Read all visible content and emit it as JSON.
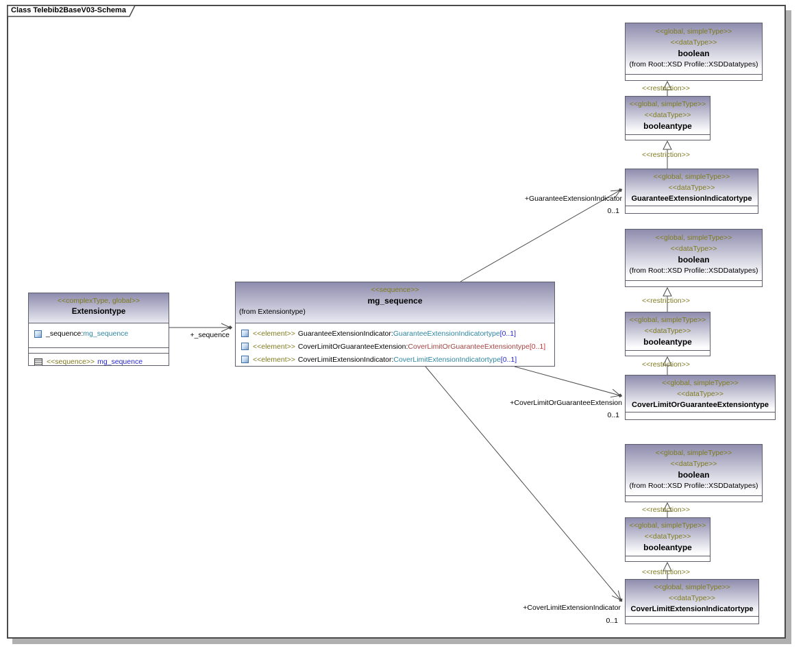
{
  "diagram": {
    "title": "Class Telebib2BaseV03-Schema"
  },
  "labels": {
    "restriction": "<<restriction>>"
  },
  "edges": {
    "sequence": {
      "name": "+_sequence"
    },
    "guarantee": {
      "name": "+GuaranteeExtensionIndicator",
      "mult": "0..1"
    },
    "cover_or": {
      "name": "+CoverLimitOrGuaranteeExtension",
      "mult": "0..1"
    },
    "cover_ind": {
      "name": "+CoverLimitExtensionIndicator",
      "mult": "0..1"
    }
  },
  "extensiontype": {
    "stereotype": "<<complexType, global>>",
    "name": "Extensiontype",
    "attribute": {
      "name": "_sequence:",
      "type": "mg_sequence"
    },
    "tag": {
      "stereotype": "<<sequence>>",
      "name": "mg_sequence"
    }
  },
  "mg_sequence": {
    "stereotype": "<<sequence>>",
    "name": "mg_sequence",
    "from": "(from Extensiontype)",
    "elements": [
      {
        "stereotype": "<<element>>",
        "name": "GuaranteeExtensionIndicator:",
        "type": "GuaranteeExtensionIndicatortype",
        "mult": "[0..1]"
      },
      {
        "stereotype": "<<element>>",
        "name": "CoverLimitOrGuaranteeExtension:",
        "type": "CoverLimitOrGuaranteeExtensiontype",
        "mult": "[0..1]"
      },
      {
        "stereotype": "<<element>>",
        "name": "CoverLimitExtensionIndicator:",
        "type": "CoverLimitExtensionIndicatortype",
        "mult": "[0..1]"
      }
    ]
  },
  "types": {
    "boolean_top": {
      "s1": "<<global, simpleType>>",
      "s2": "<<dataType>>",
      "name": "boolean",
      "from": "(from Root::XSD Profile::XSDDatatypes)"
    },
    "booleantype_top": {
      "s1": "<<global, simpleType>>",
      "s2": "<<dataType>>",
      "name": "booleantype"
    },
    "guarantee": {
      "s1": "<<global, simpleType>>",
      "s2": "<<dataType>>",
      "name": "GuaranteeExtensionIndicatortype"
    },
    "boolean_mid": {
      "s1": "<<global, simpleType>>",
      "s2": "<<dataType>>",
      "name": "boolean",
      "from": "(from Root::XSD Profile::XSDDatatypes)"
    },
    "booleantype_mid": {
      "s1": "<<global, simpleType>>",
      "s2": "<<dataType>>",
      "name": "booleantype"
    },
    "cover_or": {
      "s1": "<<global, simpleType>>",
      "s2": "<<dataType>>",
      "name": "CoverLimitOrGuaranteeExtensiontype"
    },
    "boolean_bot": {
      "s1": "<<global, simpleType>>",
      "s2": "<<dataType>>",
      "name": "boolean",
      "from": "(from Root::XSD Profile::XSDDatatypes)"
    },
    "booleantype_bot": {
      "s1": "<<global, simpleType>>",
      "s2": "<<dataType>>",
      "name": "booleantype"
    },
    "cover_ind": {
      "s1": "<<global, simpleType>>",
      "s2": "<<dataType>>",
      "name": "CoverLimitExtensionIndicatortype"
    }
  },
  "colors": {
    "stereotype": "#7e7a1e",
    "teal": "#2f86a0",
    "blue": "#2626d4",
    "maroon": "#a34343",
    "red_mult": "#c03434",
    "line": "#4a4a4a",
    "box_gradient_top": "#8e8cad",
    "shadow": "#b0b0b0"
  }
}
